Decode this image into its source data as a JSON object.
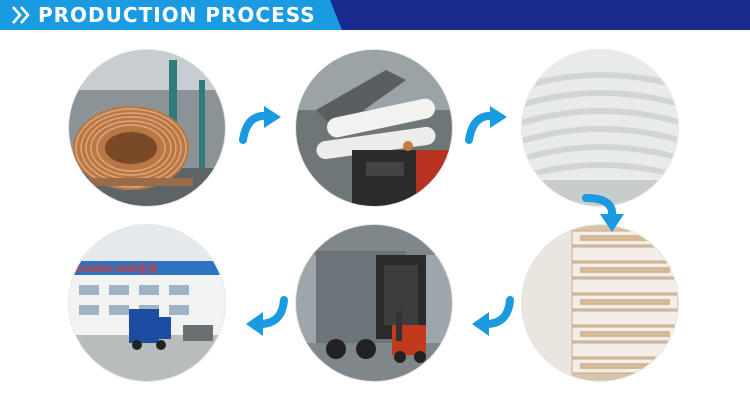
{
  "header": {
    "title": "PRODUCTION PROCESS",
    "bar_color": "#1b2a8f",
    "tab_color": "#1a9ae0",
    "chevron_icon": "double-chevron-right-icon"
  },
  "arrow_color": "#1a9ae0",
  "steps": [
    {
      "photo": "copper-coil-photo"
    },
    {
      "photo": "insulation-sleeving-photo"
    },
    {
      "photo": "insulated-coil-photo"
    },
    {
      "photo": "packed-cartons-photo"
    },
    {
      "photo": "truck-loading-photo"
    },
    {
      "photo": "factory-building-photo",
      "sign_text": "ISO9001:2008企业"
    }
  ]
}
